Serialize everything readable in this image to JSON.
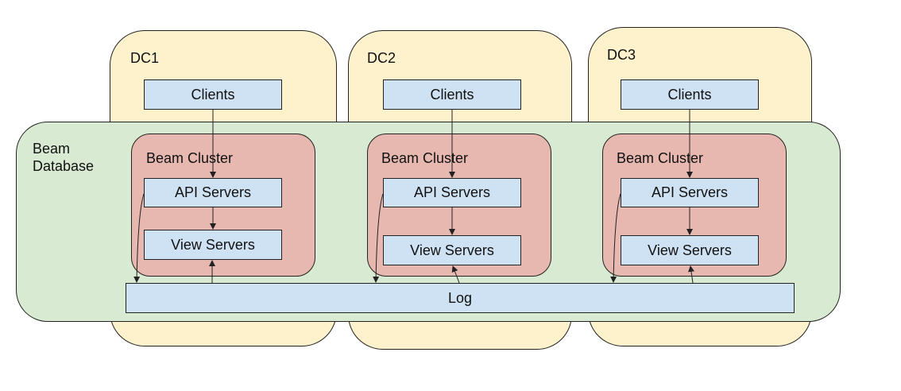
{
  "data_centers": [
    {
      "label": "DC1",
      "clients": "Clients",
      "cluster_label": "Beam Cluster",
      "api": "API Servers",
      "view": "View Servers"
    },
    {
      "label": "DC2",
      "clients": "Clients",
      "cluster_label": "Beam Cluster",
      "api": "API Servers",
      "view": "View Servers"
    },
    {
      "label": "DC3",
      "clients": "Clients",
      "cluster_label": "Beam Cluster",
      "api": "API Servers",
      "view": "View Servers"
    }
  ],
  "database": {
    "label_line1": "Beam",
    "label_line2": "Database"
  },
  "log": {
    "label": "Log"
  },
  "colors": {
    "dc_fill": "#fdf2cc",
    "database_fill": "#d9ead3",
    "cluster_fill": "#e6b8af",
    "box_fill": "#cfe2f3",
    "stroke": "#222222"
  }
}
